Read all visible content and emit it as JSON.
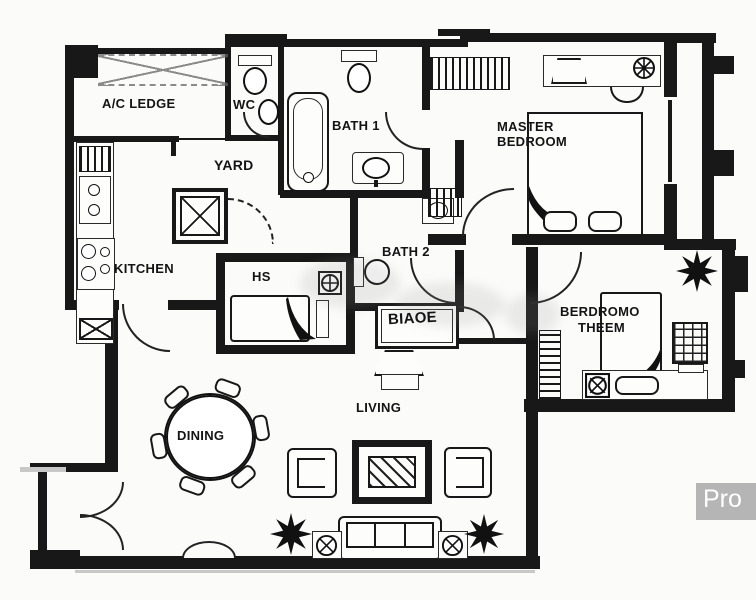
{
  "colors": {
    "wall": "#181818",
    "background": "#fbfbfa",
    "watermark_bg": "#b5b5b5",
    "watermark_text": "#ffffff"
  },
  "rooms": {
    "ac_ledge": {
      "label": "A/C LEDGE"
    },
    "wc": {
      "label": "WC"
    },
    "bath1": {
      "label": "BATH 1"
    },
    "yard": {
      "label": "YARD"
    },
    "master_bedroom": {
      "label_line1": "MASTER",
      "label_line2": "BEDROOM"
    },
    "kitchen": {
      "label": "KITCHEN"
    },
    "hs": {
      "label": "HS"
    },
    "bath2": {
      "label": "BATH 2"
    },
    "store": {
      "label": "BIAOE"
    },
    "bedroom2": {
      "label_line1": "BERDROMO",
      "label_line2": "THEEM"
    },
    "dining": {
      "label": "DINING"
    },
    "living": {
      "label": "LIVING"
    }
  },
  "watermark": {
    "label": "Pro"
  },
  "furniture": {
    "ac_ledge": [
      "ac-condenser-ledge-hatch"
    ],
    "wc": [
      "toilet",
      "basin"
    ],
    "bath1": [
      "bathtub",
      "toilet",
      "basin"
    ],
    "bath2": [
      "toilet",
      "basin"
    ],
    "yard": [
      "washing-machine"
    ],
    "kitchen": [
      "dish-rack",
      "sink",
      "cooker-hob"
    ],
    "hs": [
      "single-bed",
      "fan"
    ],
    "master_bedroom": [
      "wardrobe",
      "dressing-table",
      "stool",
      "fan",
      "double-bed",
      "pillows"
    ],
    "bedroom2": [
      "wardrobe",
      "single-bed",
      "pillow",
      "side-table",
      "fan",
      "desk-chair",
      "plant"
    ],
    "living": [
      "coffee-table",
      "armchair-left",
      "armchair-right",
      "sofa",
      "side-table-left",
      "side-table-right",
      "plant-left",
      "plant-right",
      "tv-console"
    ],
    "dining": [
      "round-table",
      "chairs-x6"
    ]
  }
}
